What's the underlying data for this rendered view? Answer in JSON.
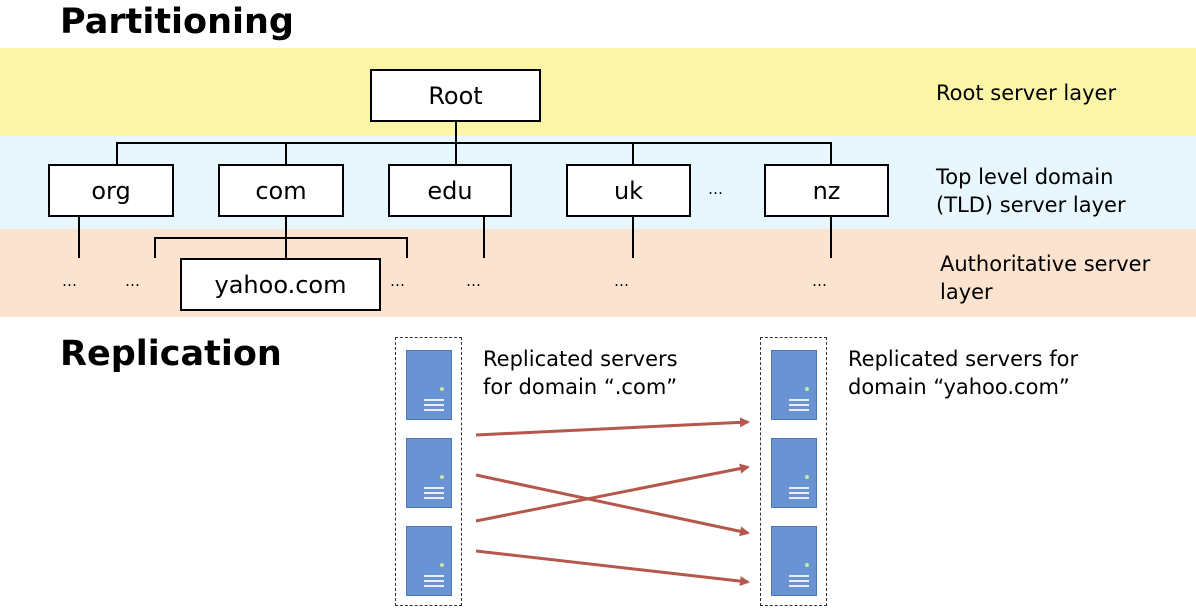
{
  "sections": {
    "partitioning": "Partitioning",
    "replication": "Replication"
  },
  "layers": {
    "root": "Root server layer",
    "tld_line1": "Top level domain",
    "tld_line2": "(TLD) server layer",
    "auth_line1": "Authoritative server",
    "auth_line2": "layer"
  },
  "colors": {
    "root_band": "#fbf5a8",
    "tld_band": "#e8f7fd",
    "auth_band": "#fbe3cf",
    "server": "#6a93d4",
    "arrow": "#b5574d"
  },
  "tree": {
    "root": "Root",
    "tlds": [
      "org",
      "com",
      "edu",
      "uk",
      "nz"
    ],
    "tld_gap": "…",
    "authoritative": "yahoo.com",
    "ellipsis": "…"
  },
  "replication": {
    "left_label_line1": "Replicated servers",
    "left_label_line2": "for domain “.com”",
    "right_label_line1": "Replicated servers for",
    "right_label_line2": "domain “yahoo.com”"
  }
}
